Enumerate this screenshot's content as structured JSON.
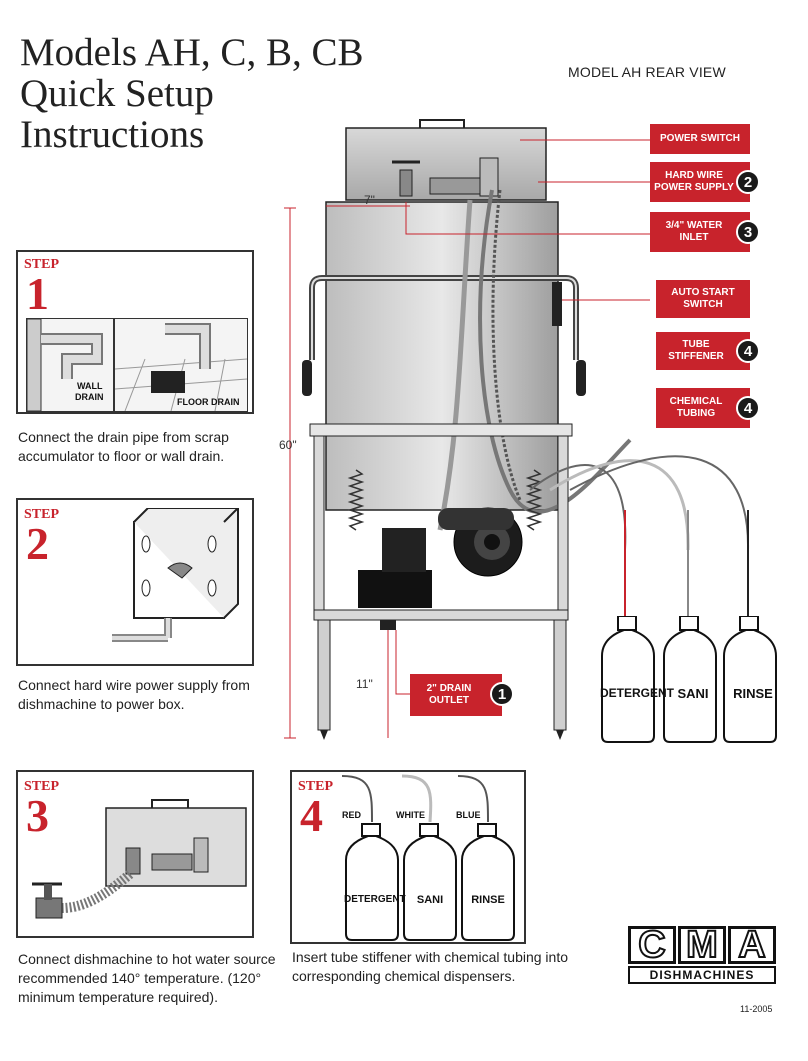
{
  "title": {
    "line1": "Models AH, C, B, CB",
    "line2": "Quick Setup",
    "line3": "Instructions"
  },
  "subtitle": "MODEL AH REAR VIEW",
  "steps": [
    {
      "word": "STEP",
      "number": "1",
      "caption_line1": "Connect the drain pipe from scrap",
      "caption_line2": "accumulator to floor or wall drain.",
      "labels": {
        "wall": "WALL",
        "drain1": "DRAIN",
        "floor": "FLOOR DRAIN"
      }
    },
    {
      "word": "STEP",
      "number": "2",
      "caption_line1": "Connect hard wire power supply from",
      "caption_line2": "dishmachine to power box."
    },
    {
      "word": "STEP",
      "number": "3",
      "caption_line1": "Connect dishmachine to hot water source",
      "caption_line2": "recommended 140° temperature. (120°",
      "caption_line3": "minimum temperature required)."
    },
    {
      "word": "STEP",
      "number": "4",
      "caption_line1": "Insert tube stiffener with chemical tubing into",
      "caption_line2": "corresponding chemical dispensers.",
      "color_labels": [
        "RED",
        "WHITE",
        "BLUE"
      ],
      "jugs": [
        "DETERGENT",
        "SANI",
        "RINSE"
      ]
    }
  ],
  "callouts": [
    {
      "label_line1": "POWER SWITCH",
      "label_line2": "",
      "badge": ""
    },
    {
      "label_line1": "HARD WIRE",
      "label_line2": "POWER SUPPLY",
      "badge": "2"
    },
    {
      "label_line1": "3/4\" WATER",
      "label_line2": "INLET",
      "badge": "3"
    },
    {
      "label_line1": "AUTO START",
      "label_line2": "SWITCH",
      "badge": ""
    },
    {
      "label_line1": "TUBE",
      "label_line2": "STIFFENER",
      "badge": "4"
    },
    {
      "label_line1": "CHEMICAL",
      "label_line2": "TUBING",
      "badge": "4"
    },
    {
      "label_line1": "2\" DRAIN",
      "label_line2": "OUTLET",
      "badge": "1"
    }
  ],
  "dimensions": {
    "width": "7\"",
    "height": "60\"",
    "drain_height": "11\""
  },
  "main_jugs": [
    "DETERGENT",
    "SANI",
    "RINSE"
  ],
  "logo": {
    "letters": [
      "C",
      "M",
      "A"
    ],
    "tagline": "DISHMACHINES"
  },
  "date_code": "11-2005",
  "colors": {
    "accent": "#c8232c",
    "dark": "#1a1a1a"
  }
}
